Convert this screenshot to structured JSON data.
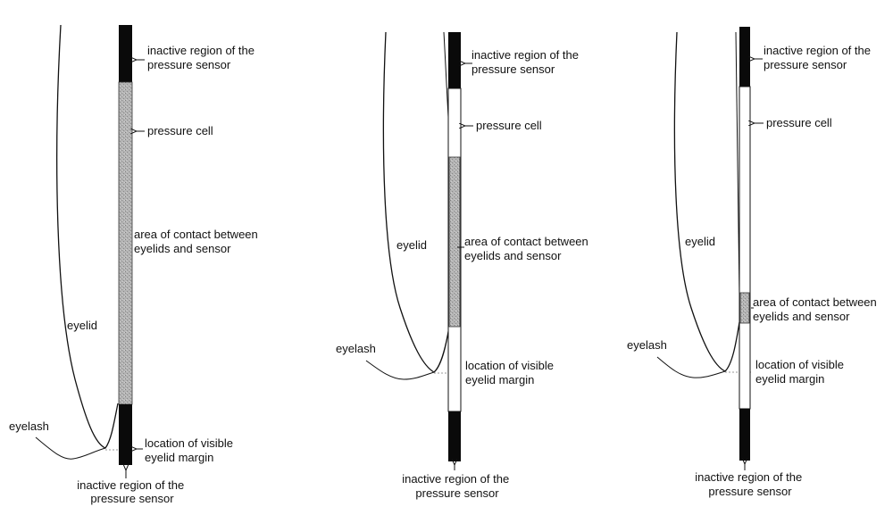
{
  "labels": {
    "inactive_top": [
      "inactive region of the",
      "pressure sensor"
    ],
    "pressure_cell": "pressure cell",
    "contact": [
      "area of contact between",
      "eyelids and sensor"
    ],
    "eyelid": "eyelid",
    "eyelash": "eyelash",
    "margin": [
      "location of visible",
      "eyelid margin"
    ],
    "inactive_bottom": [
      "inactive region of the",
      "pressure sensor"
    ]
  },
  "colors": {
    "ink": "#111111",
    "inactive_region": "#0a0a0a",
    "contact_fill": "#a9a9a9",
    "guide_line": "#777777"
  }
}
